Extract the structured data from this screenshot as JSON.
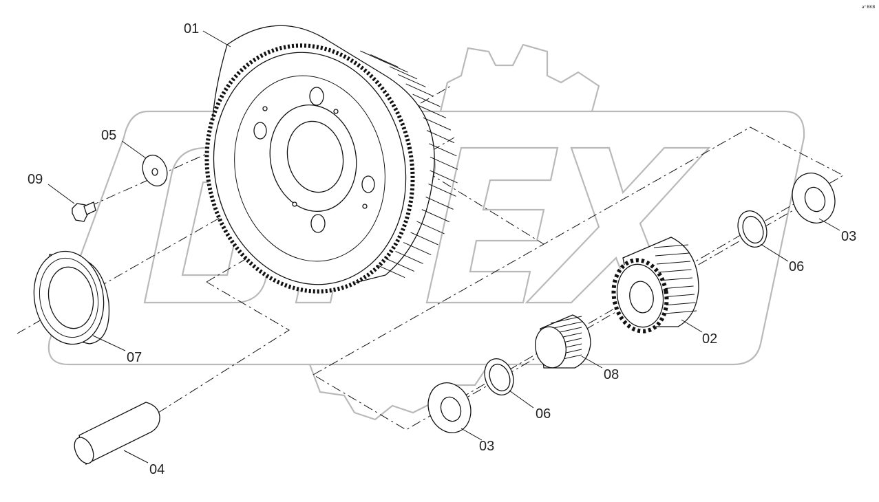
{
  "diagram": {
    "watermark_text": "OPEX",
    "corner_mark": "a° BKB",
    "parts": [
      {
        "id": "gear_large",
        "label": "01"
      },
      {
        "id": "gear_small",
        "label": "02"
      },
      {
        "id": "washer_right",
        "label": "03"
      },
      {
        "id": "washer_bottom",
        "label": "03"
      },
      {
        "id": "pin",
        "label": "04"
      },
      {
        "id": "washer_small",
        "label": "05"
      },
      {
        "id": "ring_right",
        "label": "06"
      },
      {
        "id": "ring_bottom",
        "label": "06"
      },
      {
        "id": "bearing",
        "label": "07"
      },
      {
        "id": "needle_bearing",
        "label": "08"
      },
      {
        "id": "bolt",
        "label": "09"
      }
    ]
  }
}
